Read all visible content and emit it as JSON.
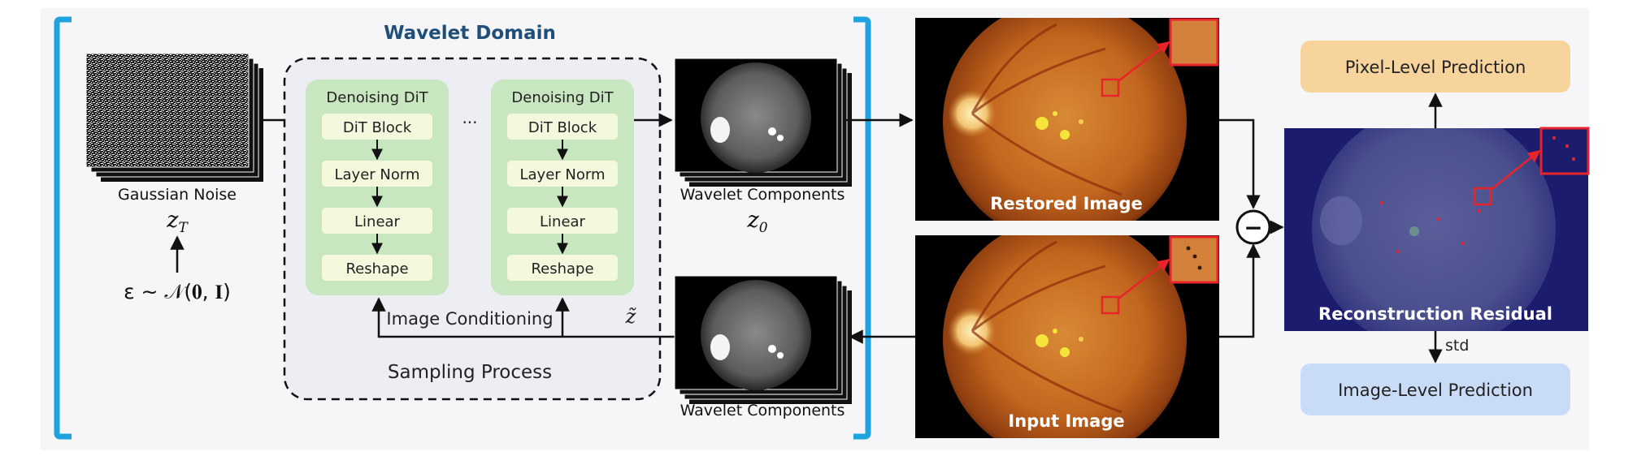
{
  "wavelet_domain": {
    "title": "Wavelet Domain",
    "noise_label": "Gaussian Noise",
    "z_t": "z",
    "z_t_sub": "T",
    "epsilon_label": "ε ∼ 𝒩(𝟎, 𝐈)",
    "dit_left": {
      "title": "Denoising DiT",
      "blocks": [
        "DiT Block",
        "Layer Norm",
        "Linear",
        "Reshape"
      ]
    },
    "dit_right": {
      "title": "Denoising DiT",
      "blocks": [
        "DiT Block",
        "Layer Norm",
        "Linear",
        "Reshape"
      ]
    },
    "ellipsis": "...",
    "image_conditioning": "Image Conditioning",
    "z_tilde": "z̃",
    "sampling_process": "Sampling Process",
    "wavelet_components_top": "Wavelet Components",
    "z_0": "z",
    "z_0_sub": "0",
    "wavelet_components_bottom": "Wavelet Components"
  },
  "images": {
    "restored": "Restored Image",
    "input": "Input Image",
    "residual": "Reconstruction Residual"
  },
  "minus_symbol": "−",
  "predictions": {
    "pixel": "Pixel-Level Prediction",
    "image": "Image-Level Prediction",
    "std": "std"
  },
  "colors": {
    "bracket": "#1fa3e0",
    "title": "#1f4e79",
    "dit_panel": "#c8e6c0",
    "dit_block": "#f4f8dc",
    "pixel_box": "#f7d49c",
    "image_box": "#c9dcf7",
    "residual_bg": "#1c1c6e",
    "highlight": "#e8232a"
  }
}
